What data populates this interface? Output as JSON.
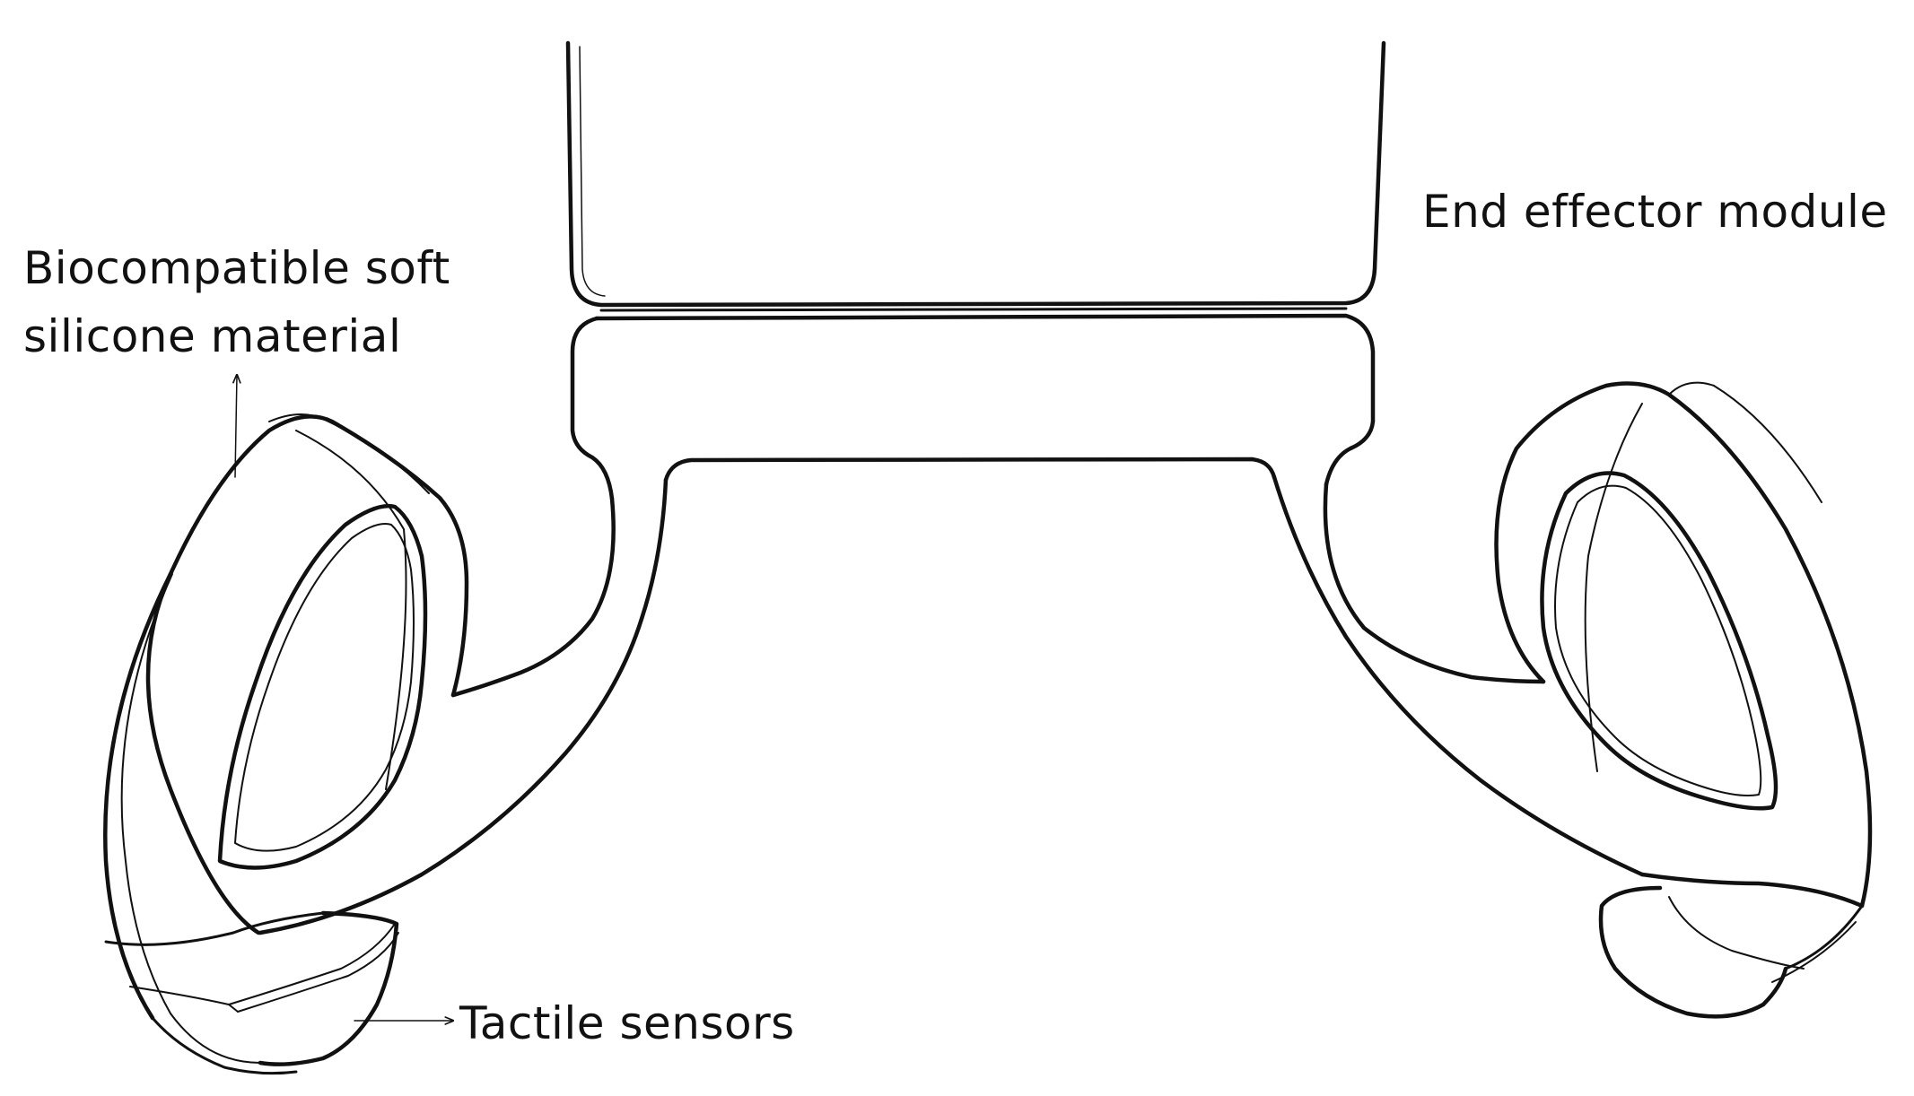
{
  "labels": {
    "end_effector": "End effector module",
    "biocompatible_line1": "Biocompatible soft",
    "biocompatible_line2": "silicone material",
    "tactile": "Tactile sensors"
  },
  "colors": {
    "ink": "#111111",
    "background": "#ffffff"
  }
}
